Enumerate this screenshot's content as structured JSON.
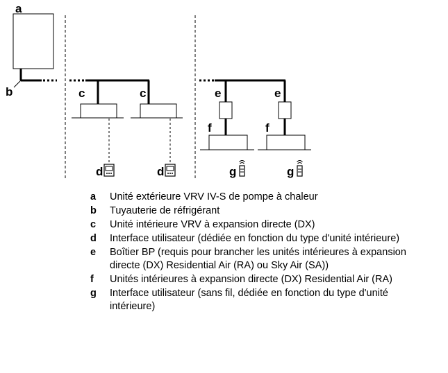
{
  "diagram": {
    "labels": {
      "a": "a",
      "b": "b",
      "c1": "c",
      "c2": "c",
      "d1": "d",
      "d2": "d",
      "e1": "e",
      "e2": "e",
      "f1": "f",
      "f2": "f",
      "g1": "g",
      "g2": "g"
    }
  },
  "legend": [
    {
      "letter": "a",
      "text": "Unité extérieure VRV IV-S de pompe à chaleur"
    },
    {
      "letter": "b",
      "text": "Tuyauterie de réfrigérant"
    },
    {
      "letter": "c",
      "text": "Unité intérieure VRV à expansion directe (DX)"
    },
    {
      "letter": "d",
      "text": "Interface utilisateur (dédiée en fonction du type d'unité intérieure)"
    },
    {
      "letter": "e",
      "text": "Boîtier BP (requis pour brancher les unités intérieures à expansion directe (DX) Residential Air (RA) ou Sky Air (SA))"
    },
    {
      "letter": "f",
      "text": "Unités intérieures à expansion directe (DX) Residential Air (RA)"
    },
    {
      "letter": "g",
      "text": "Interface utilisateur (sans fil, dédiée en fonction du type d'unité intérieure)"
    }
  ]
}
